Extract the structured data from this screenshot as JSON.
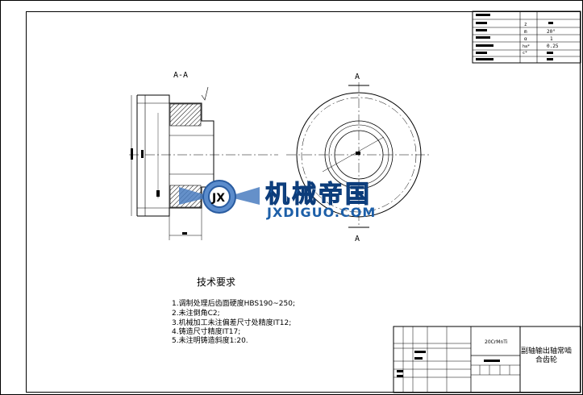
{
  "views": {
    "section_label": "A-A",
    "cut_label_top": "A",
    "cut_label_bottom": "A"
  },
  "technical_requirements": {
    "title": "技术要求",
    "items": [
      "1.调制处理后齿面硬度HBS190~250;",
      "2.未注倒角C2;",
      "3.机械加工未注偏差尺寸处精度IT12;",
      "4.铸造尺寸精度IT17;",
      "5.未注明铸造斜度1:20."
    ]
  },
  "title_block": {
    "code": "20CrMnTi",
    "part_name_line1": "副轴输出轴常啮",
    "part_name_line2": "合齿轮"
  },
  "parameter_table": {
    "values": [
      "z",
      "m",
      "α",
      "20°",
      "ha*",
      "1",
      "c*",
      "0.25"
    ]
  },
  "watermark": {
    "text_cn": "机械帝国",
    "text_en": "JXDIGUO.COM"
  },
  "colors": {
    "line": "#000000",
    "logo": "#1d5fa8",
    "hatch": "#000000"
  }
}
